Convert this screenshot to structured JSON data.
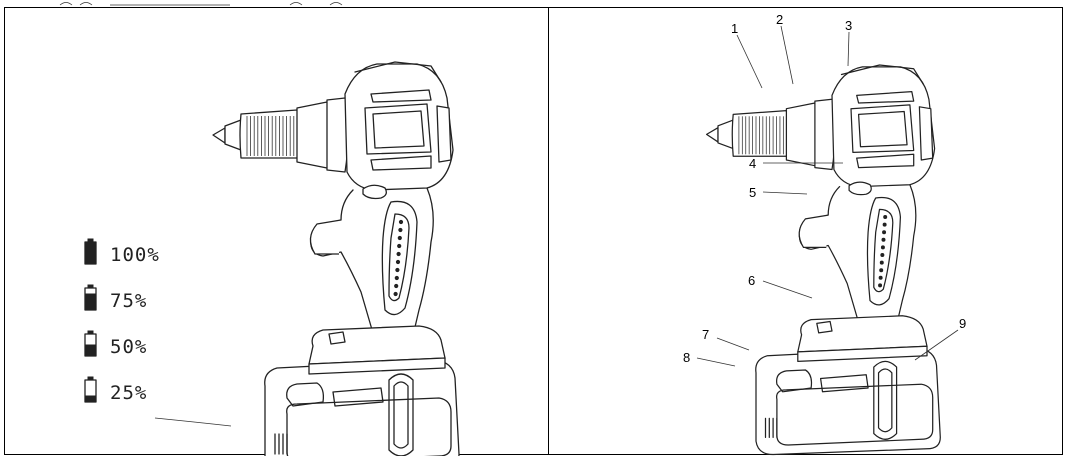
{
  "left_panel": {
    "battery_levels": [
      {
        "label": "100%",
        "fill": 1.0
      },
      {
        "label": "75%",
        "fill": 0.75
      },
      {
        "label": "50%",
        "fill": 0.5
      },
      {
        "label": "25%",
        "fill": 0.25
      }
    ]
  },
  "right_panel": {
    "callouts": [
      "1",
      "2",
      "3",
      "4",
      "5",
      "6",
      "7",
      "8",
      "9"
    ]
  },
  "colors": {
    "line": "#222222",
    "background": "#ffffff"
  }
}
